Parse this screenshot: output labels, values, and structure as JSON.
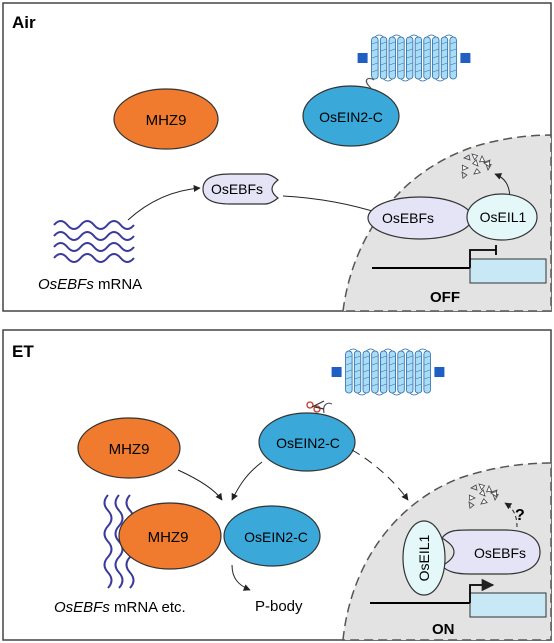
{
  "panels": {
    "air": {
      "label": "Air",
      "mhz9": "MHZ9",
      "osein2c": "OsEIN2-C",
      "osebfs_free": "OsEBFs",
      "osebfs_bound": "OsEBFs",
      "oseil1": "OsEIL1",
      "mrna_italic": "OsEBFs",
      "mrna_suffix": " mRNA",
      "state": "OFF"
    },
    "et": {
      "label": "ET",
      "mhz9_free": "MHZ9",
      "osein2c_membrane": "OsEIN2-C",
      "mhz9_complex": "MHZ9",
      "osein2c_complex": "OsEIN2-C",
      "mrna_italic": "OsEBFs",
      "mrna_suffix": " mRNA etc.",
      "pbody": "P-body",
      "oseil1": "OsEIL1",
      "osebfs": "OsEBFs",
      "question": "?",
      "state": "ON"
    }
  },
  "colors": {
    "mhz9": "#f07b2f",
    "osein2c": "#3aa8d8",
    "osebfs": "#e4e4f6",
    "oseil1": "#e4f8fa",
    "membrane": "#a9dcf5",
    "membrane_edge": "#2266aa",
    "membrane_anchor": "#1f5fc4",
    "nucleus": "#e3e3e3",
    "mrna": "#3a3a9c",
    "gene_box": "#c8e8f6"
  },
  "icons": [
    "helix-membrane-icon",
    "scissors-icon",
    "degradation-fragments-icon",
    "transcription-arrow-icon"
  ]
}
